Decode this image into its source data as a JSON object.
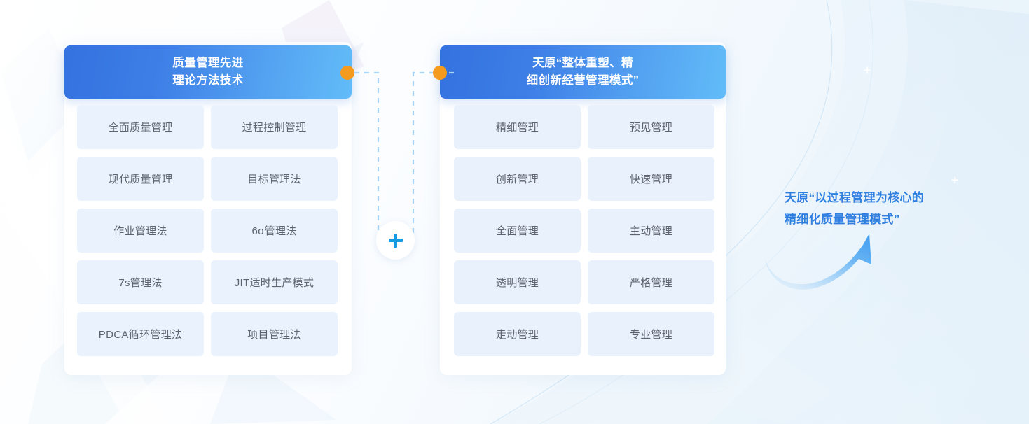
{
  "diagram": {
    "title_semantic": "quality-management-model-diagram",
    "colors": {
      "header_gradient_start": "#3472e0",
      "header_gradient_end": "#62bcf8",
      "tile_background": "#e9f2fd",
      "tile_text": "#5d6470",
      "dot_orange": "#f49b1d",
      "plus_blue": "#179be0",
      "annotation_blue": "#2f7fe0",
      "page_background": "#f2f8fd"
    },
    "left_panel": {
      "header_lines": [
        "质量管理先进",
        "理论方法技术"
      ],
      "items": [
        "全面质量管理",
        "过程控制管理",
        "现代质量管理",
        "目标管理法",
        "作业管理法",
        "6σ管理法",
        "7s管理法",
        "JIT适时生产模式",
        "PDCA循环管理法",
        "项目管理法"
      ]
    },
    "right_panel": {
      "header_lines": [
        "天原“整体重塑、精",
        "细创新经营管理模式”"
      ],
      "items": [
        "精细管理",
        "预见管理",
        "创新管理",
        "快速管理",
        "全面管理",
        "主动管理",
        "透明管理",
        "严格管理",
        "走动管理",
        "专业管理"
      ]
    },
    "connector": {
      "operator_icon": "plus-icon",
      "operator_symbol": "+",
      "left_endpoint_icon": "orange-dot-icon",
      "right_endpoint_icon": "orange-dot-icon"
    },
    "annotation": {
      "lines": [
        "天原“以过程管理为核心的",
        "精细化质量管理模式”"
      ],
      "arrow_icon": "curved-arrow-up-right-icon"
    }
  }
}
